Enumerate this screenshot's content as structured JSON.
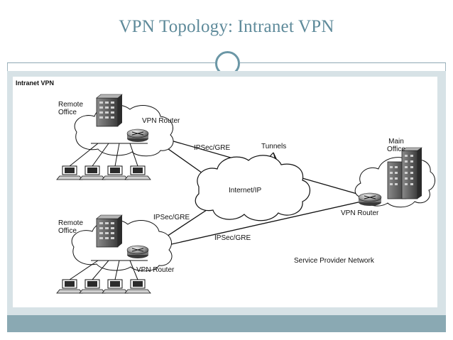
{
  "slide": {
    "title": "VPN Topology: Intranet VPN"
  },
  "diagram": {
    "caption": "Intranet VPN",
    "remote_office_top_label": "Remote\nOffice",
    "remote_office_bottom_label": "Remote\nOffice",
    "main_office_label": "Main\nOffice",
    "vpn_router_top": "VPN Router",
    "vpn_router_bottom": "VPN Router",
    "vpn_router_main": "VPN Router",
    "ipsec_gre_top": "IPSec/GRE",
    "ipsec_gre_left": "IPSec/GRE",
    "ipsec_gre_bottom": "IPSec/GRE",
    "tunnels": "Tunnels",
    "internet_ip": "Internet/IP",
    "service_provider_network": "Service Provider Network"
  }
}
